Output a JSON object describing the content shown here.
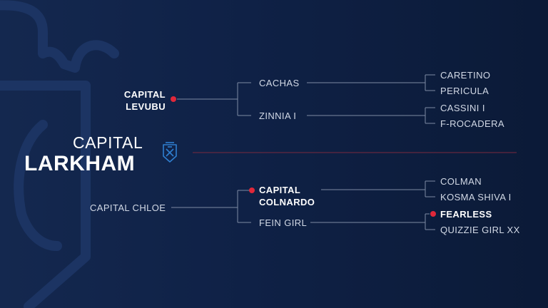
{
  "horse": {
    "name_line1": "CAPITAL",
    "name_line2": "LARKHAM"
  },
  "sire": {
    "line1": "CAPITAL",
    "line2": "LEVUBU"
  },
  "sire_sire": "CACHAS",
  "sire_dam": "ZINNIA I",
  "sss": "CARETINO",
  "ssd": "PERICULA",
  "sds": "CASSINI I",
  "sdd": "F-ROCADERA",
  "dam": "CAPITAL CHLOE",
  "dam_sire": {
    "line1": "CAPITAL",
    "line2": "COLNARDO"
  },
  "dam_dam": "FEIN GIRL",
  "dss": "COLMAN",
  "dsd": "KOSMA SHIVA I",
  "dds": "FEARLESS",
  "ddd": "QUIZZIE GIRL XX",
  "colors": {
    "accent": "#e0283a",
    "line": "#7d8aa3",
    "logo": "#2f7fd0"
  },
  "icons": {
    "logo": "crest-icon",
    "watermark": "shield-watermark-icon"
  }
}
